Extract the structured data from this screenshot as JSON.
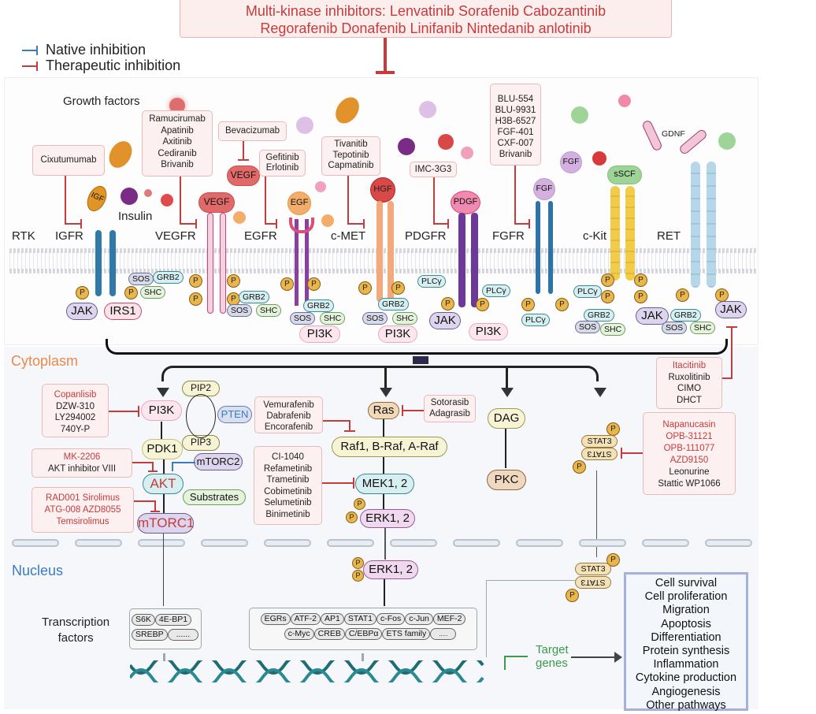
{
  "multikinase": {
    "line1": "Multi-kinase inhibitors:  Lenvatinib Sorafenib Cabozantinib",
    "line2": "Regorafenib Donafenib Linifanib Nintedanib anlotinib"
  },
  "legend": {
    "native": "Native inhibition",
    "therapeutic": "Therapeutic inhibition",
    "native_color": "#3b7bbf",
    "therapeutic_color": "#c63b3b"
  },
  "labels": {
    "growth_factors": "Growth factors",
    "rtk": "RTK",
    "insulin": "Insulin",
    "cytoplasm": "Cytoplasm",
    "nucleus": "Nucleus",
    "transcription_factors": [
      "Transcription",
      "factors"
    ],
    "target_genes": [
      "Target",
      "genes"
    ]
  },
  "receptors": [
    "IGFR",
    "VEGFR",
    "EGFR",
    "c-MET",
    "PDGFR",
    "FGFR",
    "c-Kit",
    "RET"
  ],
  "ligands": [
    "IGF",
    "VEGF",
    "VEGF",
    "EGF",
    "HGF",
    "PDGF",
    "FGF",
    "FGF",
    "sSCF",
    "GDNF"
  ],
  "rtk_drugs": {
    "igfr": [
      "Cixutumumab"
    ],
    "vegfr": [
      "Ramucirumab",
      "Apatinib",
      "Axitinib",
      "Cediranib",
      "Brivanib"
    ],
    "vegf": [
      "Bevacizumab"
    ],
    "egfr": [
      "Gefitinib",
      "Erlotinib"
    ],
    "cmet": [
      "Tivanitib",
      "Tepotinib",
      "Capmatinib"
    ],
    "pdgfr": [
      "IMC-3G3"
    ],
    "fgfr": [
      "BLU-554",
      "BLU-9931",
      "H3B-6527",
      "FGF-401",
      "CXF-007",
      "Brivanib"
    ]
  },
  "adaptors": {
    "jak": "JAK",
    "irs1": "IRS1",
    "sos": "SOS",
    "grb2": "GRB2",
    "shc": "SHC",
    "pi3k": "PI3K",
    "plcg": "PLCγ",
    "p": "P"
  },
  "pi3k_pathway": {
    "drugs_pi3k": [
      "Copanlisib",
      "DZW-310",
      "LY294002",
      "740Y-P"
    ],
    "drugs_akt": [
      "MK-2206",
      "AKT inhibitor VIII"
    ],
    "drugs_mtorc1": [
      "RAD001 Sirolimus",
      "ATG-008 AZD8055",
      "Temsirolimus"
    ],
    "nodes": {
      "pi3k": "PI3K",
      "pip2": "PIP2",
      "pip3": "PIP3",
      "pten": "PTEN",
      "pdk1": "PDK1",
      "mtorc2": "mTORC2",
      "akt": "AKT",
      "substrates": "Substrates",
      "mtorc1": "mTORC1"
    }
  },
  "mapk_pathway": {
    "drugs_raf": [
      "Vemurafenib",
      "Dabrafenib",
      "Encorafenib"
    ],
    "drugs_ras": [
      "Sotorasib",
      "Adagrasib"
    ],
    "drugs_mek": [
      "CI-1040",
      "Refametinib",
      "Trametinib",
      "Cobimetinib",
      "Selumetinib",
      "Binimetinib"
    ],
    "nodes": {
      "ras": "Ras",
      "raf": "Raf1, B-Raf, A-Raf",
      "mek": "MEK1, 2",
      "erk": "ERK1, 2"
    }
  },
  "plc_pathway": {
    "dag": "DAG",
    "pkc": "PKC"
  },
  "jak_stat": {
    "drugs_jak": [
      "Itacitinib",
      "Ruxolitinib",
      "CIMO",
      "DHCT"
    ],
    "drugs_stat3": [
      "Napanucasin",
      "OPB-31121",
      "OPB-111077",
      "AZD9150",
      "Leonurine",
      "Stattic  WP1066"
    ],
    "stat3": "STAT3"
  },
  "tf_mtor": [
    [
      "S6K",
      "4E-BP1"
    ],
    [
      "SREBP",
      "......"
    ]
  ],
  "tf_erk": [
    [
      "EGRs",
      "ATF-2",
      "AP1",
      "STAT1",
      "c-Fos",
      "c-Jun",
      "MEF-2"
    ],
    [
      "c-Myc",
      "CREB",
      "C/EBPα",
      "ETS family",
      "....."
    ]
  ],
  "outcomes": [
    "Cell survival",
    "Cell proliferation",
    "Migration",
    "Apoptosis",
    "Differentiation",
    "Protein synthesis",
    "Inflammation",
    "Cytokine production",
    "Angiogenesis",
    "Other pathways"
  ]
}
